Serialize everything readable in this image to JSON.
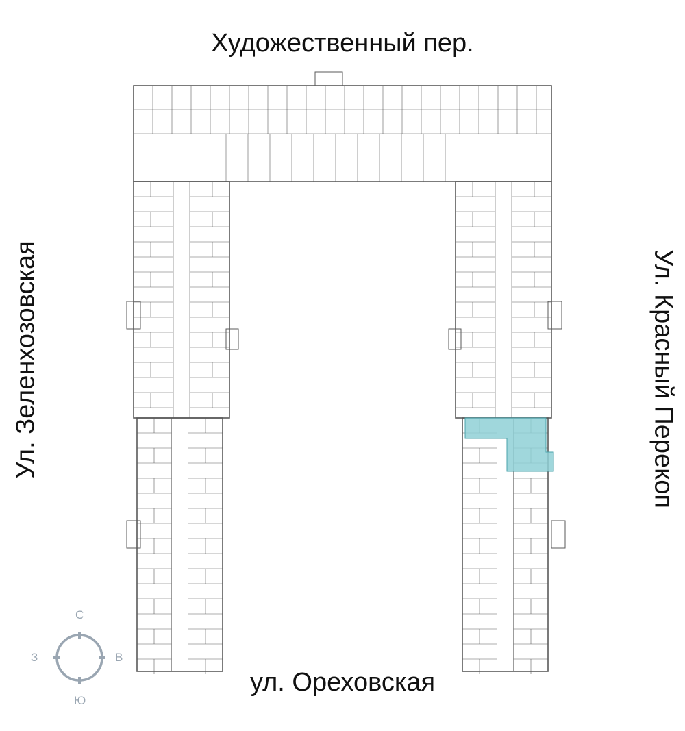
{
  "streets": {
    "north": "Художественный пер.",
    "south": "ул. Ореховская",
    "west": "Ул. Зеленхозовская",
    "east": "Ул. Красный Перекоп"
  },
  "compass": {
    "north": "С",
    "south": "Ю",
    "west": "З",
    "east": "В"
  },
  "colors": {
    "highlight": "#8fd0d6",
    "walls": "#5a5a5a",
    "compass": "#9aa6b2"
  }
}
